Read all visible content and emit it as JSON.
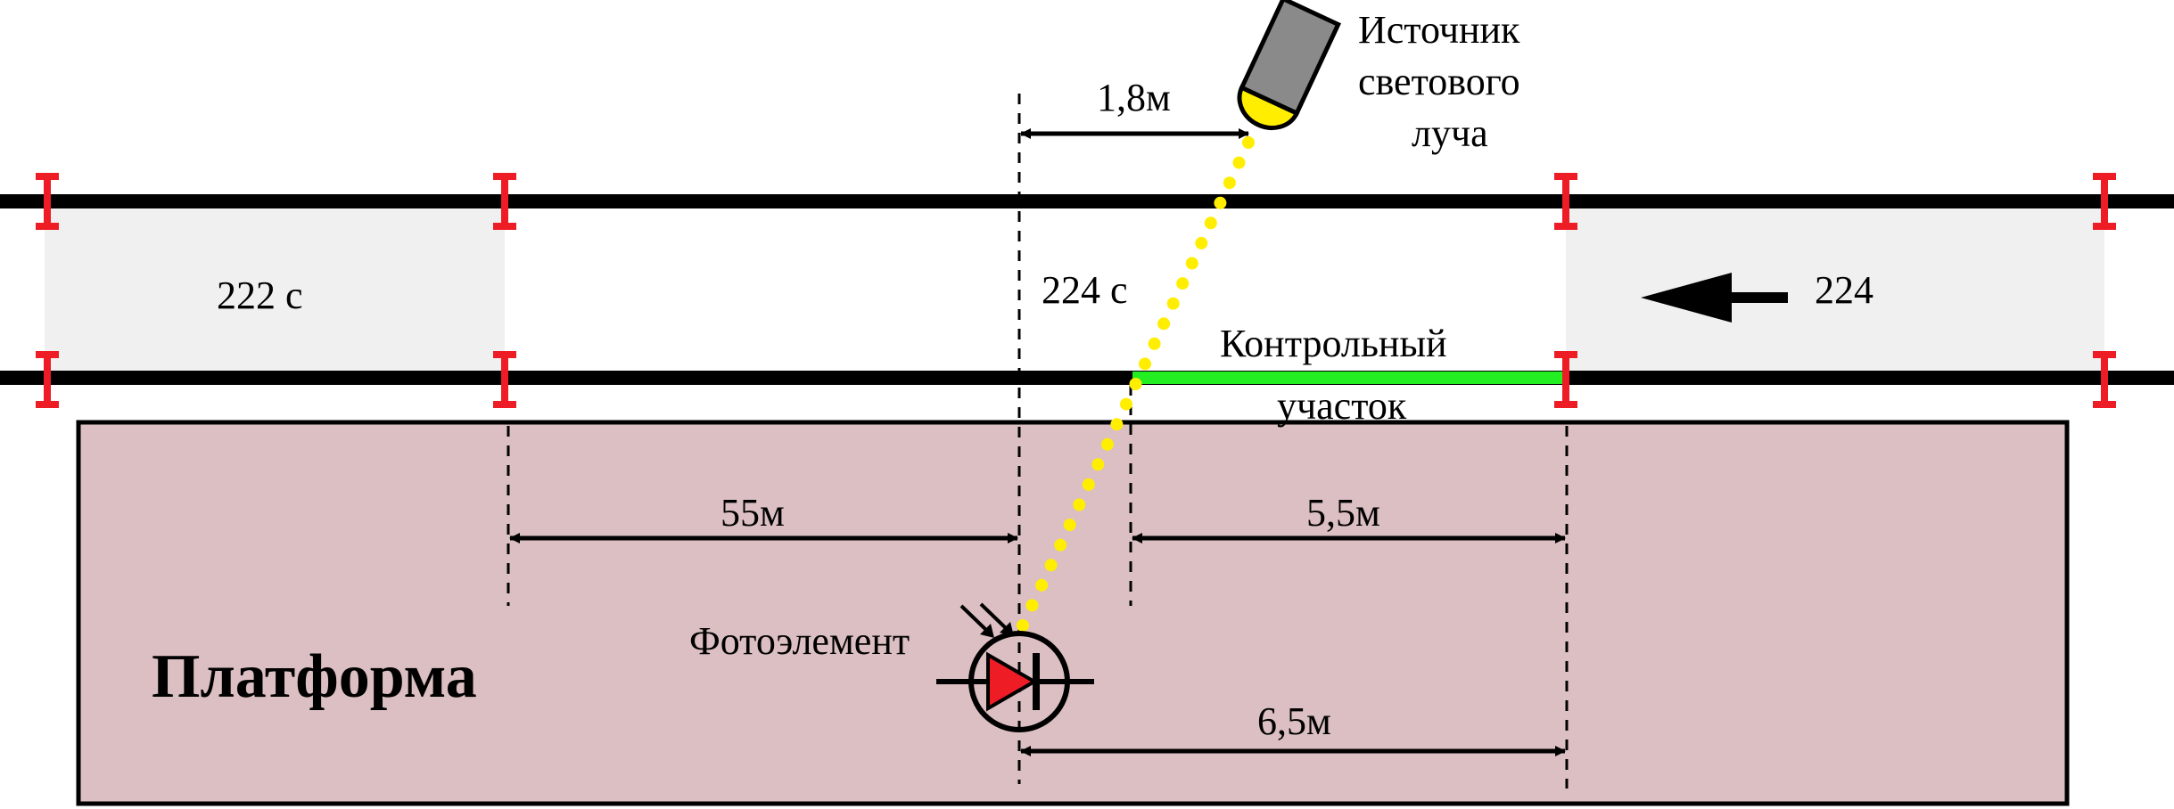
{
  "labels": {
    "light_source": [
      "Источник",
      "светового",
      "луча"
    ],
    "distance_source": "1,8м",
    "section_left": "222 с",
    "section_mid": "224 с",
    "section_right": "224",
    "control_section": [
      "Контрольный",
      "участок"
    ],
    "platform": "Платформа",
    "photoelement": "Фотоэлемент",
    "distance_55": "55м",
    "distance_5_5": "5,5м",
    "distance_6_5": "6,5м"
  },
  "colors": {
    "rail": "#000000",
    "insulator": "#ee1c24",
    "section_fill": "#f0f0f0",
    "platform_fill": "#dcbfc2",
    "control_section": "#22ee22",
    "beam": "#ffee00",
    "lamp_body": "#8a8a8a",
    "lamp_lens": "#ffee00",
    "diode": "#ee1c24"
  },
  "icons": {
    "direction": "arrow-left-icon",
    "source": "lamp-icon",
    "photocell": "photodiode-icon"
  }
}
